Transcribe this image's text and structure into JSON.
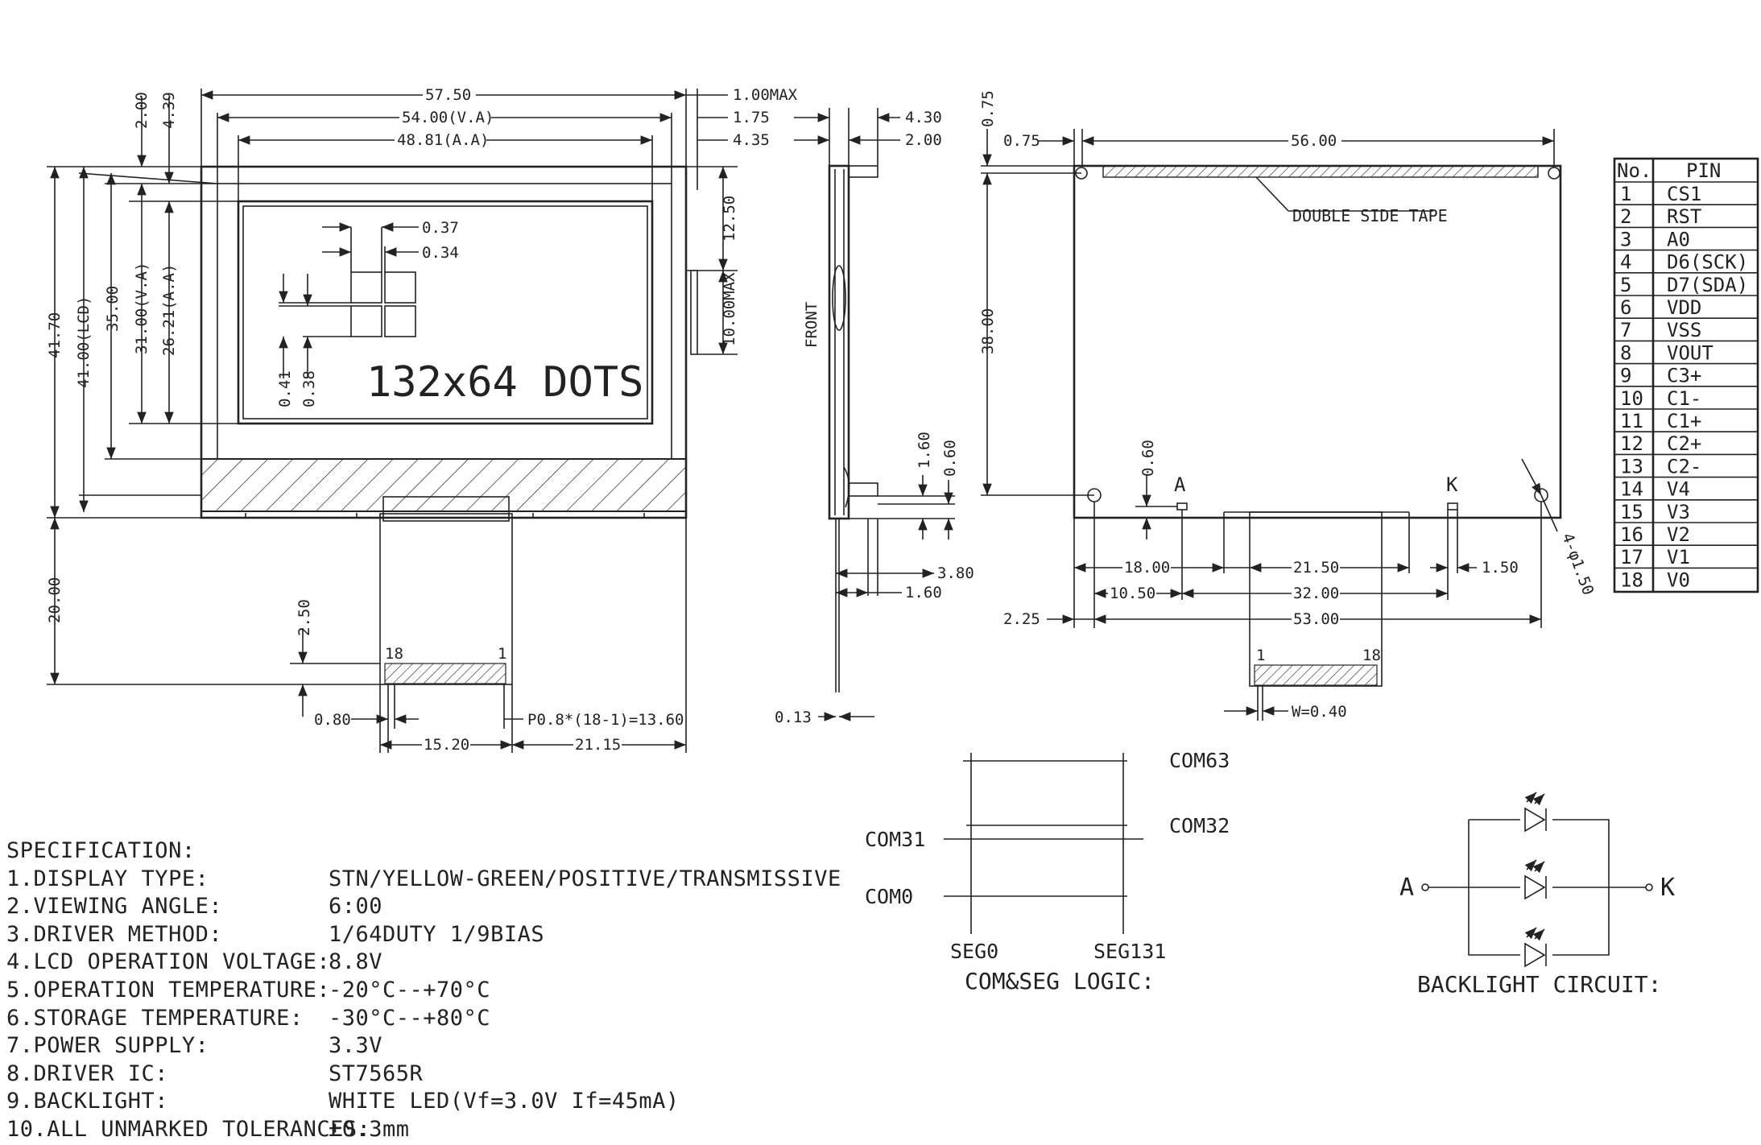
{
  "front_view": {
    "dims_top": [
      "57.50",
      "54.00(V.A)",
      "48.81(A.A)"
    ],
    "dims_top_right": [
      "1.00MAX",
      "1.75",
      "4.35"
    ],
    "dims_left_small": [
      "2.00",
      "4.39"
    ],
    "dims_left": [
      "41.70",
      "41.00(LCD)",
      "35.00",
      "31.00(V.A)",
      "26.21(A.A)"
    ],
    "dims_right": [
      "12.50",
      "10.00MAX"
    ],
    "pixel_dims": [
      "0.37",
      "0.34",
      "0.41",
      "0.38"
    ],
    "dots_label": "132x64 DOTS",
    "fpc_left_dim": "20.00",
    "fpc_small_dim": "2.50",
    "pin_first": "18",
    "pin_last": "1",
    "fpc_bottom_dims": [
      "0.80",
      "P0.8*(18-1)=13.60",
      "15.20",
      "21.15"
    ]
  },
  "side_view": {
    "label": "FRONT",
    "dims_top": [
      "4.30",
      "2.00"
    ],
    "dims_mid": [
      "1.60",
      "0.60"
    ],
    "dims_bottom": [
      "3.80",
      "1.60",
      "0.13"
    ]
  },
  "back_view": {
    "dims_top": [
      "0.75",
      "0.75",
      "56.00"
    ],
    "tape_label": "DOUBLE SIDE TAPE",
    "dim_height": "38.00",
    "dim_small": "0.60",
    "anode": "A",
    "cathode": "K",
    "hole_label": "4-φ1.50",
    "dims_bottom": [
      "18.00",
      "21.50",
      "1.50",
      "10.50",
      "32.00",
      "2.25",
      "53.00"
    ],
    "pin_first": "1",
    "pin_last": "18",
    "pin_width": "W=0.40"
  },
  "pin_table": {
    "headers": [
      "No.",
      "PIN"
    ],
    "rows": [
      [
        "1",
        "CS1"
      ],
      [
        "2",
        "RST"
      ],
      [
        "3",
        "A0"
      ],
      [
        "4",
        "D6(SCK)"
      ],
      [
        "5",
        "D7(SDA)"
      ],
      [
        "6",
        "VDD"
      ],
      [
        "7",
        "VSS"
      ],
      [
        "8",
        "VOUT"
      ],
      [
        "9",
        "C3+"
      ],
      [
        "10",
        "C1-"
      ],
      [
        "11",
        "C1+"
      ],
      [
        "12",
        "C2+"
      ],
      [
        "13",
        "C2-"
      ],
      [
        "14",
        "V4"
      ],
      [
        "15",
        "V3"
      ],
      [
        "16",
        "V2"
      ],
      [
        "17",
        "V1"
      ],
      [
        "18",
        "V0"
      ]
    ]
  },
  "com_seg": {
    "com63": "COM63",
    "com32": "COM32",
    "com31": "COM31",
    "com0": "COM0",
    "seg0": "SEG0",
    "seg131": "SEG131",
    "title": "COM&SEG LOGIC:"
  },
  "backlight": {
    "anode": "A",
    "cathode": "K",
    "title": "BACKLIGHT CIRCUIT:"
  },
  "specification": {
    "title": "SPECIFICATION:",
    "items": [
      {
        "key": "1.DISPLAY TYPE:",
        "value": "STN/YELLOW-GREEN/POSITIVE/TRANSMISSIVE"
      },
      {
        "key": "2.VIEWING ANGLE:",
        "value": "6:00"
      },
      {
        "key": "3.DRIVER METHOD:",
        "value": "1/64DUTY   1/9BIAS"
      },
      {
        "key": "4.LCD OPERATION VOLTAGE:",
        "value": "8.8V"
      },
      {
        "key": "5.OPERATION TEMPERATURE:",
        "value": "-20°C--+70°C"
      },
      {
        "key": "6.STORAGE TEMPERATURE:",
        "value": "-30°C--+80°C"
      },
      {
        "key": "7.POWER SUPPLY:",
        "value": "3.3V"
      },
      {
        "key": "8.DRIVER IC:",
        "value": "ST7565R"
      },
      {
        "key": "9.BACKLIGHT:",
        "value": "WHITE LED(Vf=3.0V If=45mA)"
      },
      {
        "key": "10.ALL UNMARKED TOLERANCES:",
        "value": "±0.3mm"
      }
    ]
  }
}
